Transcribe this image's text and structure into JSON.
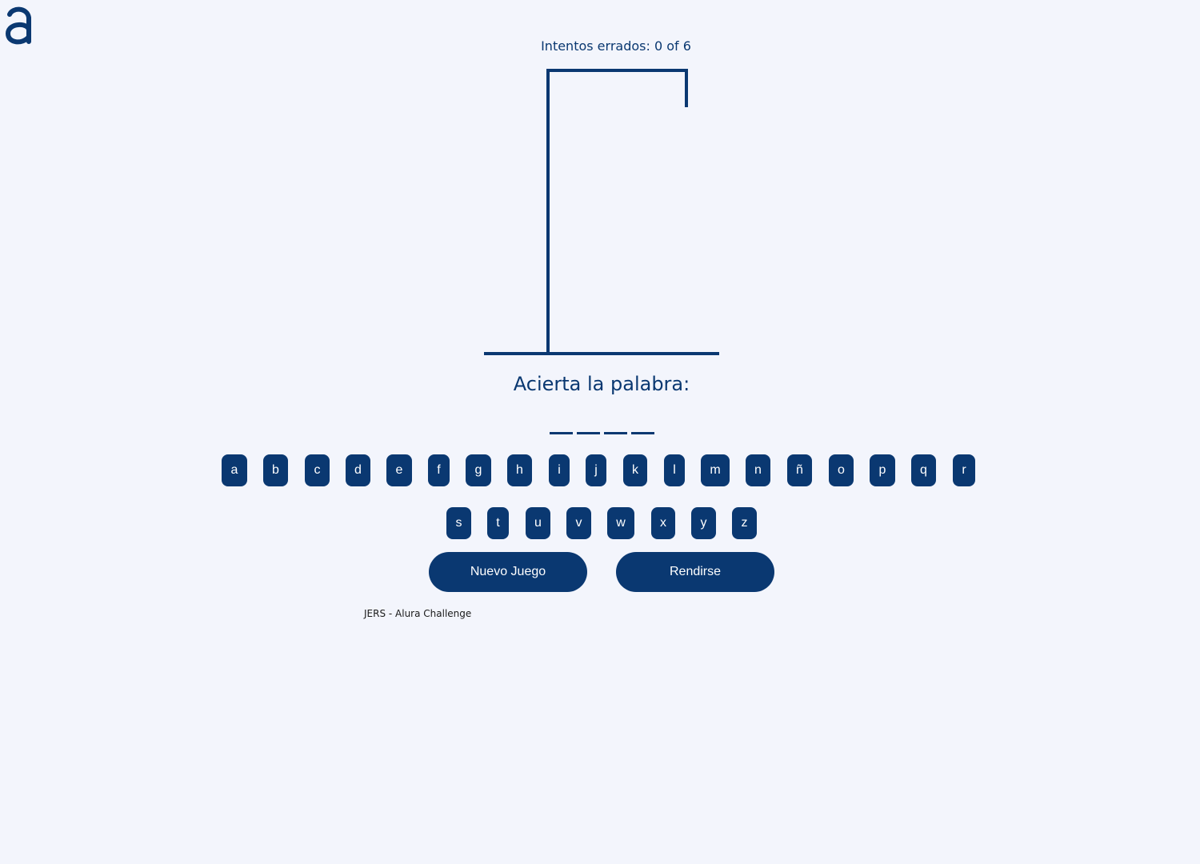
{
  "colors": {
    "primary": "#0A3871",
    "background": "#F3F5FC",
    "key_text": "#FFFFFF"
  },
  "header": {
    "logo_icon": "alura-logo-icon",
    "attempts_label": "Intentos errados: 0 of 6"
  },
  "game": {
    "wrong_attempts": 0,
    "max_attempts": 6,
    "prompt": "Acierta la palabra:",
    "word_length": 4
  },
  "keyboard": {
    "row1": [
      "a",
      "b",
      "c",
      "d",
      "e",
      "f",
      "g",
      "h",
      "i",
      "j",
      "k",
      "l",
      "m",
      "n",
      "ñ",
      "o",
      "p",
      "q",
      "r"
    ],
    "row2": [
      "s",
      "t",
      "u",
      "v",
      "w",
      "x",
      "y",
      "z"
    ]
  },
  "actions": {
    "new_game_label": "Nuevo Juego",
    "surrender_label": "Rendirse"
  },
  "footer": {
    "credit": "JERS - Alura Challenge"
  }
}
